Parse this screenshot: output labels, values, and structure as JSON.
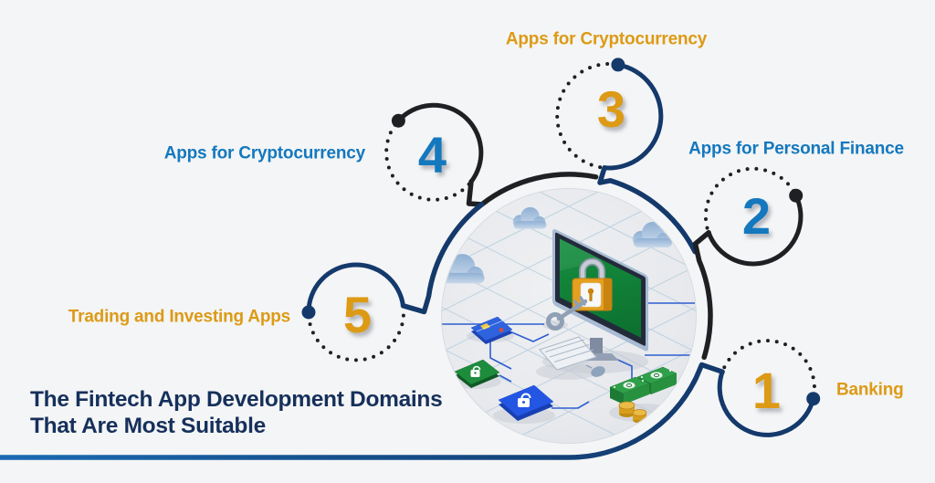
{
  "title": {
    "line1": "The Fintech App Development Domains",
    "line2": "That Are Most Suitable"
  },
  "steps": [
    {
      "number": "1",
      "label": "Banking",
      "accent": "orange",
      "label_position": "right-of-circle"
    },
    {
      "number": "2",
      "label": "Apps for Personal Finance",
      "accent": "blue",
      "label_position": "above-circle"
    },
    {
      "number": "3",
      "label": "Apps for Cryptocurrency",
      "accent": "orange",
      "label_position": "above-circle"
    },
    {
      "number": "4",
      "label": "Apps for Cryptocurrency",
      "accent": "blue",
      "label_position": "left-of-circle"
    },
    {
      "number": "5",
      "label": "Trading and Investing Apps",
      "accent": "orange",
      "label_position": "left-of-circle"
    }
  ],
  "illustration": {
    "icons": [
      "cloud-icon",
      "monitor-icon",
      "padlock-icon",
      "key-icon",
      "keyboard-icon",
      "mouse-icon",
      "credit-card-icon",
      "banknote-icon",
      "coin-icon"
    ]
  },
  "colors": {
    "orange": "#DD9A15",
    "blue": "#1478BE",
    "navy_arc": "#14396B",
    "black_arc": "#1F2023",
    "title_navy": "#16305B",
    "background": "#F4F5F6",
    "swoosh_blue": "#1765AE"
  }
}
